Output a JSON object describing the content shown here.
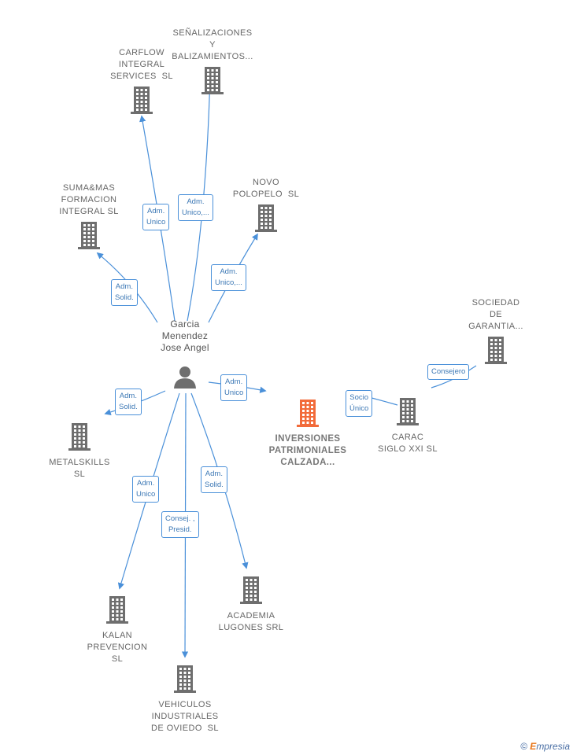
{
  "person": {
    "name": "Garcia\nMenendez\nJose Angel"
  },
  "companies": {
    "carflow": "CARFLOW\nINTEGRAL\nSERVICES  SL",
    "senal": "SEÑALIZACIONES\nY\nBALIZAMIENTOS...",
    "suma": "SUMA&MAS\nFORMACION\nINTEGRAL SL",
    "novo": "NOVO\nPOLOPELO  SL",
    "sociedad": "SOCIEDAD\nDE\nGARANTIA...",
    "inversiones": "INVERSIONES\nPATRIMONIALES\nCALZADA...",
    "carac": "CARAC\nSIGLO XXI SL",
    "metal": "METALSKILLS\nSL",
    "kalan": "KALAN\nPREVENCION\nSL",
    "academia": "ACADEMIA\nLUGONES SRL",
    "vehiculos": "VEHICULOS\nINDUSTRIALES\nDE OVIEDO  SL"
  },
  "relations": {
    "carflow": "Adm.\nUnico",
    "senal": "Adm.\nUnico,...",
    "suma": "Adm.\nSolid.",
    "novo": "Adm.\nUnico,...",
    "inversiones": "Adm.\nUnico",
    "metal": "Adm.\nSolid.",
    "kalan": "Adm.\nUnico",
    "vehiculos": "Consej. ,\nPresid.",
    "academia": "Adm.\nSolid.",
    "carac": "Socio\nÚnico",
    "sociedad": "Consejero"
  },
  "colors": {
    "building": "#6e6e6e",
    "main_building": "#f26b3a",
    "edge": "#4a90d9",
    "person": "#6e6e6e"
  },
  "icons": {
    "company": "building-icon",
    "person": "person-icon"
  },
  "footer": {
    "copyright_symbol": "©",
    "brand_initial": "E",
    "brand_rest": "mpresia"
  }
}
